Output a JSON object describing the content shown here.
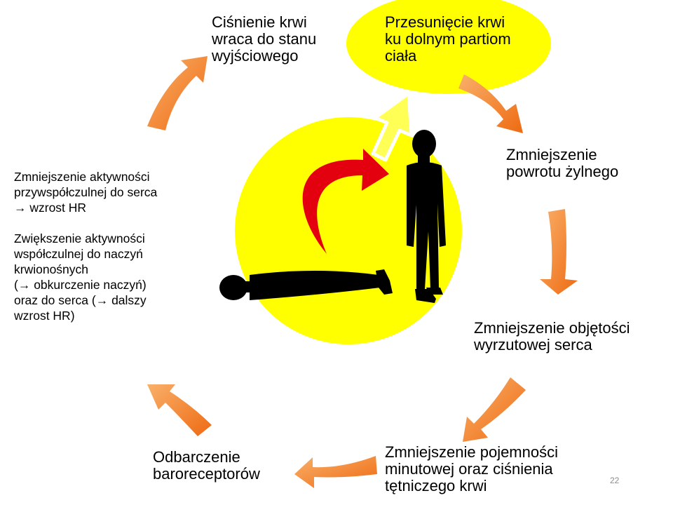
{
  "cycle": {
    "step_top": "Ciśnienie krwi\nwraca do stanu\nwyjściowego",
    "step_highlight": "Przesunięcie krwi\nku dolnym partiom\nciała",
    "step_venous": "Zmniejszenie\npowrotu żylnego",
    "step_stroke": "Zmniejszenie objętości\nwyrzutowej serca",
    "step_cardiac": "Zmniejszenie pojemności\nminutowej oraz ciśnienia\ntętniczego krwi",
    "step_baro": "Odbarczenie\nbaroreceptorów"
  },
  "response": {
    "parasympathetic": "Zmniejszenie aktywności\nprzywspółczulnej do serca\n→ wzrost HR",
    "sympathetic": "Zwiększenie aktywności\nwspółczulnej do naczyń\nkrwionośnych\n(→ obkurczenie naczyń)\noraz do serca (→ dalszy\nwzrost HR)"
  },
  "page_number": "22",
  "colors": {
    "highlight": "#ffff00",
    "cycle_arrow_light": "#f7a353",
    "cycle_arrow_dark": "#ee6a12",
    "posture_arrow": "#e3000f",
    "figure": "#000000"
  },
  "icons": {
    "standing": "standing-person-icon",
    "lying": "lying-person-icon"
  }
}
